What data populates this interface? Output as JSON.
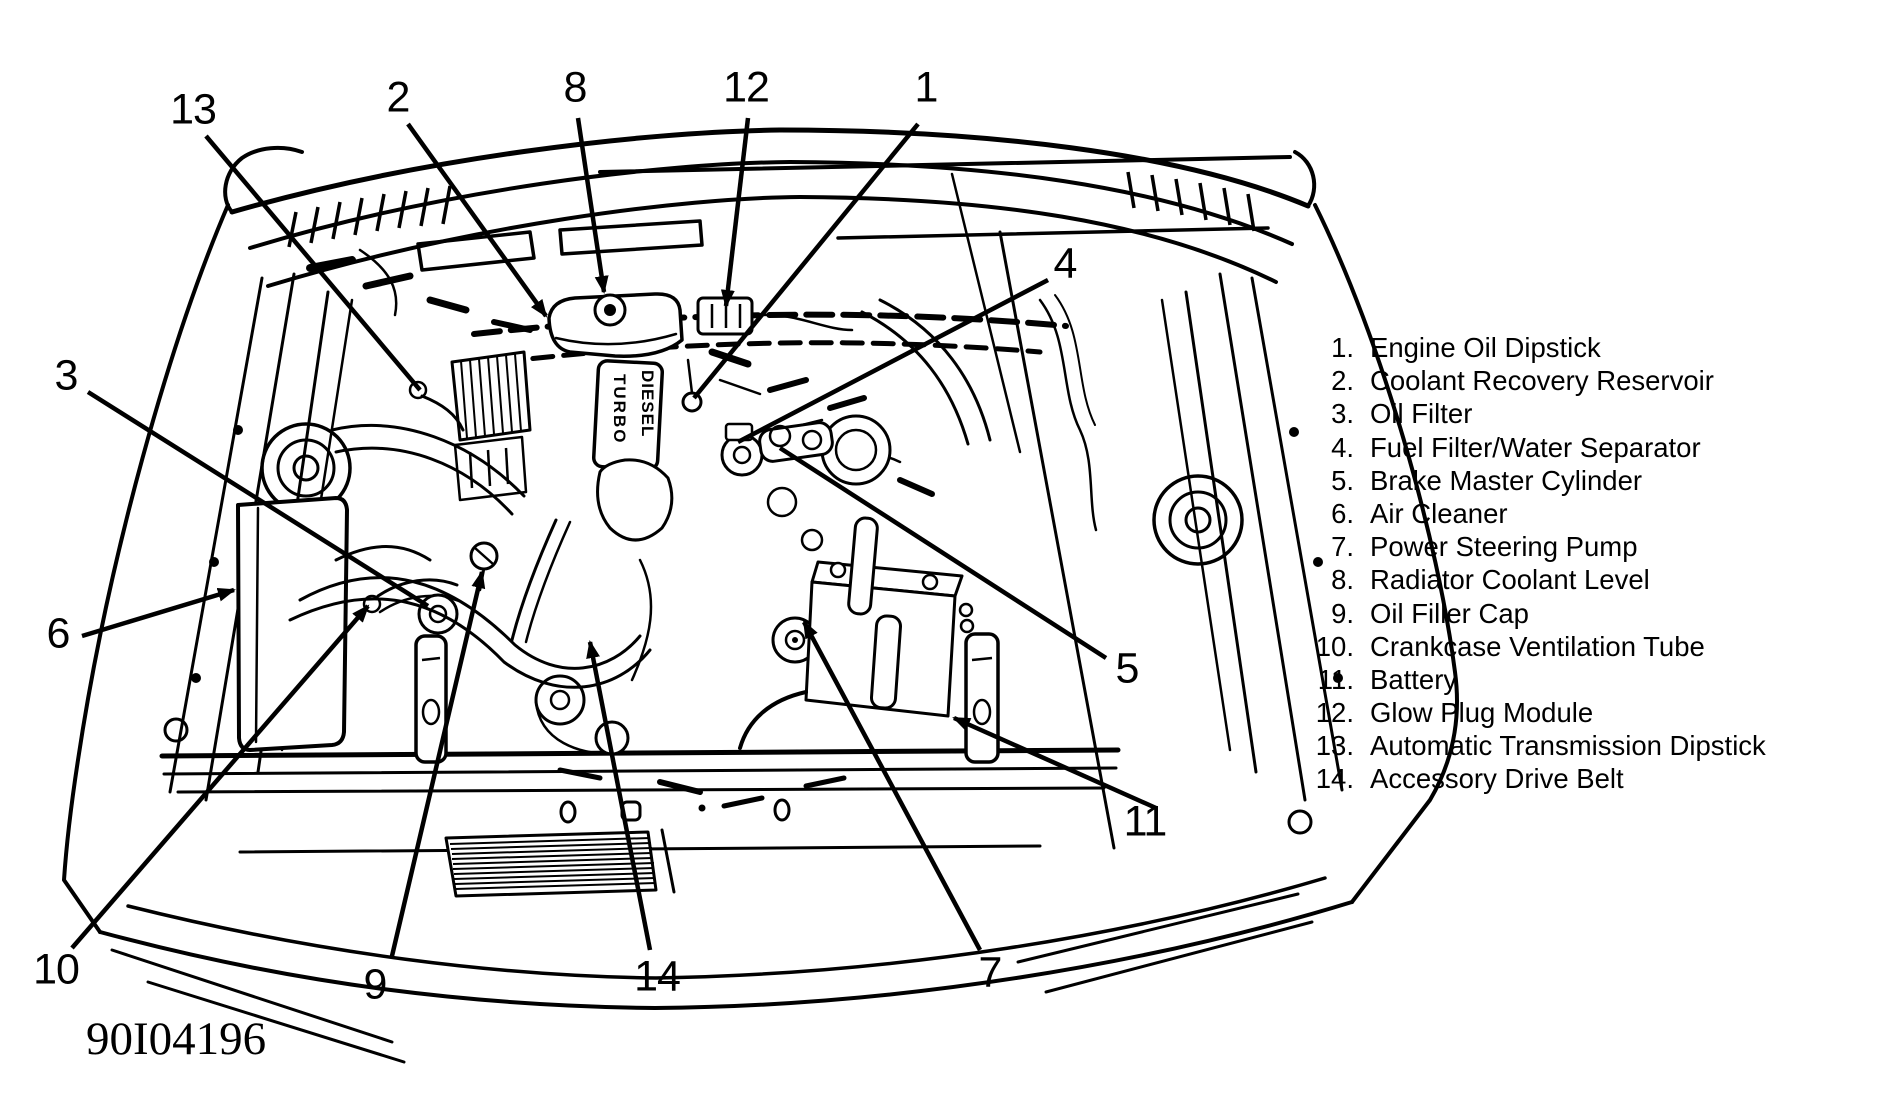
{
  "colors": {
    "ink": "#000000",
    "paper": "#ffffff"
  },
  "figure_code": "90I04196",
  "drawing": {
    "engine_label_top": "TURBO",
    "engine_label_bottom": "DIESEL"
  },
  "callouts": [
    "1",
    "2",
    "3",
    "4",
    "5",
    "6",
    "7",
    "8",
    "9",
    "10",
    "11",
    "12",
    "13",
    "14"
  ],
  "legend": {
    "items": [
      {
        "num": "1.",
        "label": "Engine Oil Dipstick"
      },
      {
        "num": "2.",
        "label": "Coolant Recovery Reservoir"
      },
      {
        "num": "3.",
        "label": "Oil Filter"
      },
      {
        "num": "4.",
        "label": "Fuel Filter/Water Separator"
      },
      {
        "num": "5.",
        "label": "Brake Master Cylinder"
      },
      {
        "num": "6.",
        "label": "Air Cleaner"
      },
      {
        "num": "7.",
        "label": "Power Steering Pump"
      },
      {
        "num": "8.",
        "label": "Radiator Coolant Level"
      },
      {
        "num": "9.",
        "label": "Oil Filler Cap"
      },
      {
        "num": "10.",
        "label": "Crankcase Ventilation Tube"
      },
      {
        "num": "11.",
        "label": "Battery"
      },
      {
        "num": "12.",
        "label": "Glow Plug Module"
      },
      {
        "num": "13.",
        "label": "Automatic Transmission Dipstick"
      },
      {
        "num": "14.",
        "label": "Accessory Drive Belt"
      }
    ]
  }
}
